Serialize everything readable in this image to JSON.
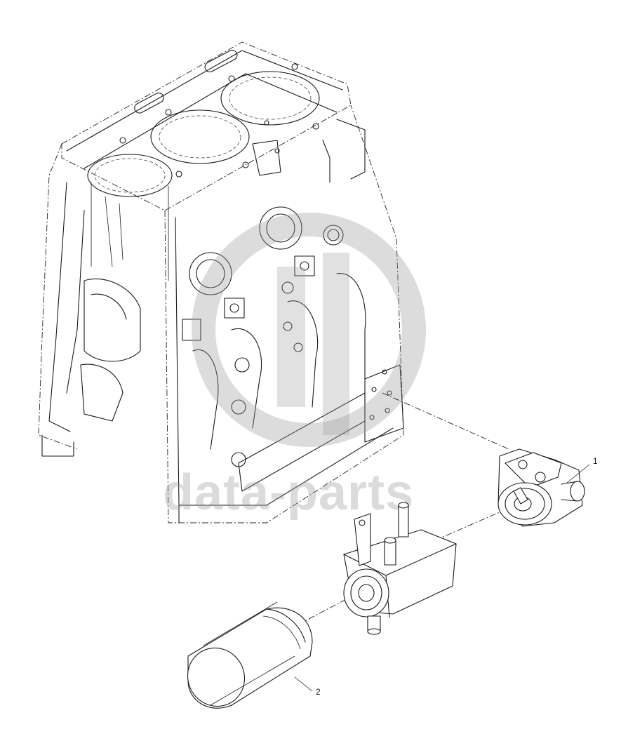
{
  "watermark": {
    "text": "data-parts",
    "color": "#9a9a9a"
  },
  "callouts": [
    {
      "number": "1",
      "part": "oil-filter-head"
    },
    {
      "number": "2",
      "part": "oil-filter"
    }
  ],
  "colors": {
    "line": "#1a1a1a",
    "background": "#ffffff"
  }
}
